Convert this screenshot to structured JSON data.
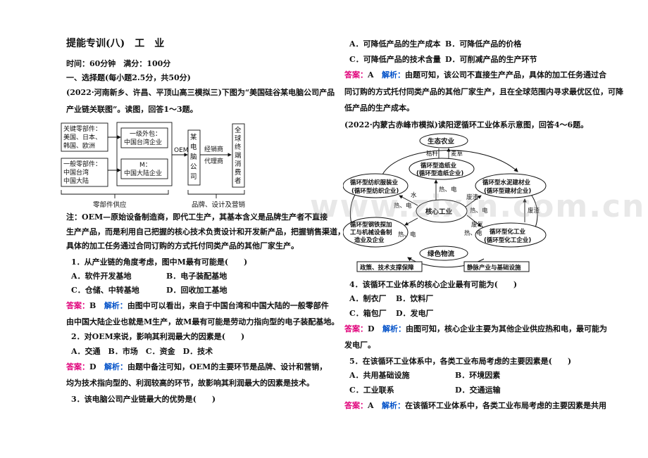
{
  "left": {
    "title": "提能专训(八)　工　业",
    "meta": "时间：60分钟　满分：100分",
    "section": "一、选择题(每小题2.5分，共50分)",
    "intro": [
      "(2022·河南新乡、许昌、平顶山高三模拟三)下图为“美国硅谷某电脑公司产品",
      "产业链关联图”。读图，回答1～3题。"
    ],
    "flow": {
      "key_parts": [
        "关键零部件：",
        "美国、日本、",
        "韩国、欧洲"
      ],
      "general_parts": [
        "一般零部件：",
        "中国台湾",
        "中国大陆"
      ],
      "tier1": [
        "一级外包：",
        "中国台湾企业"
      ],
      "m": [
        "M：",
        "中国大陆企业"
      ],
      "oem": "OEM",
      "company": [
        "某",
        "电",
        "脑",
        "公",
        "司"
      ],
      "dealer": "经销商",
      "agent": "代理商",
      "consumer": [
        "全",
        "球",
        "终",
        "端",
        "消",
        "费",
        "者"
      ],
      "bottom_left": "零部件供应",
      "bottom_right": "品牌、设计及营销"
    },
    "note": [
      "注：OEM—原始设备制造商，即代工生产，其基本含义是品牌生产者不直接",
      "生产产品，而是利用自己把握的核心技术负责设计和开发新产品，把握销售渠道，",
      "具体的加工任务通过合同订购的方式托付同类产品的其他厂家生产。"
    ],
    "q1": {
      "stem": "1．从产业链的角度考虑，图中M最有可能是(　　)",
      "a": "A．软件开发基地",
      "b": "B．电子装配基地",
      "c": "C．仓储、中转基地",
      "d": "D．回收加工基地",
      "answer_label": "答案：",
      "answer": "B",
      "exp_label": "解析：",
      "exp": [
        "由图中可以看出，来自于中国台湾和中国大陆的一般零部件",
        "由中国大陆企业也就是M生产，故M最有可能是劳动力指向型的电子装配基地。"
      ]
    },
    "q2": {
      "stem": "2．对OEM来说，影响其利润最大的因素是(　　)",
      "options": "A．交通　B．市场　C．资金　D．技术",
      "answer_label": "答案：",
      "answer": "D",
      "exp_label": "解析：",
      "exp": [
        "由题中备注可知，OEM的主要环节是品牌、设计和营销，",
        "均为技术指向型的、利润较高的环节，故影响其利润最大的因素是技术。"
      ]
    },
    "q3": {
      "stem": "3．该电脑公司产业链最大的优势是(　　)"
    }
  },
  "right": {
    "q3_a": "A．可降低产品的生产成本",
    "q3_b": "B．可降低产品的价格",
    "q3_c": "C．可降低产品的技术含量",
    "q3_d": "D．可削减产品的生产环节",
    "q3_answer_label": "答案：",
    "q3_answer": "A",
    "q3_exp_label": "解析：",
    "q3_exp": [
      "由题可知，该公司不直接生产产品，具体的加工任务通过合",
      "同订购的方式托付同类产品的其他厂家生产，且在全球范围内寻求最优区位，可降",
      "低产品的生产成本。"
    ],
    "intro": "(2022·内蒙古赤峰市模拟)读阳逻循环工业体系示意图，回答4～6题。",
    "cycle": {
      "eco": "生态农业",
      "straw": "秸秆",
      "feed": "麦草",
      "paper": [
        "循环型造纸业",
        "(循环型造纸企业)"
      ],
      "textile": [
        "循环型纺织服装业",
        "(循环型纺织企业)"
      ],
      "cement": [
        "循环型水泥建材业",
        "(循环型建材企业)"
      ],
      "steel": [
        "循环型钢铁探加",
        "工与机械设备制",
        "造业及企业"
      ],
      "chem": [
        "循环型化工业",
        "(循环型化工企业)"
      ],
      "core": "核心工业",
      "water": "水",
      "heat_elec": "热、电",
      "waste_residue": "废渣",
      "waste_gas": "废气",
      "green": "绿色物流",
      "policy": "政策、技术支撑保障",
      "static": "静脉产业与基础设施"
    },
    "q4": {
      "stem": "4．该循环工业体系的核心企业最有可能为(　　)",
      "a": "A．制衣厂",
      "b": "B．饮料厂",
      "c": "C．箱包厂",
      "d": "D．发电厂",
      "answer_label": "答案：",
      "answer": "D",
      "exp_label": "解析：",
      "exp": [
        "由图可知，核心企业主要为其他企业供应热和电，最可能为",
        "发电厂。"
      ]
    },
    "q5": {
      "stem": "5．在该循环工业体系中，各类工业布局考虑的主要因素是(　　)",
      "a": "A．共用基础设施",
      "b": "B．环境因素",
      "c": "C．工业联系",
      "d": "D．交通运输",
      "answer_label": "答案：",
      "answer": "A",
      "exp_label": "解析：",
      "exp": "在该循环工业体系中，各类工业布局考虑的主要因素是共用"
    },
    "watermark": "www.zixin.com.cn"
  }
}
